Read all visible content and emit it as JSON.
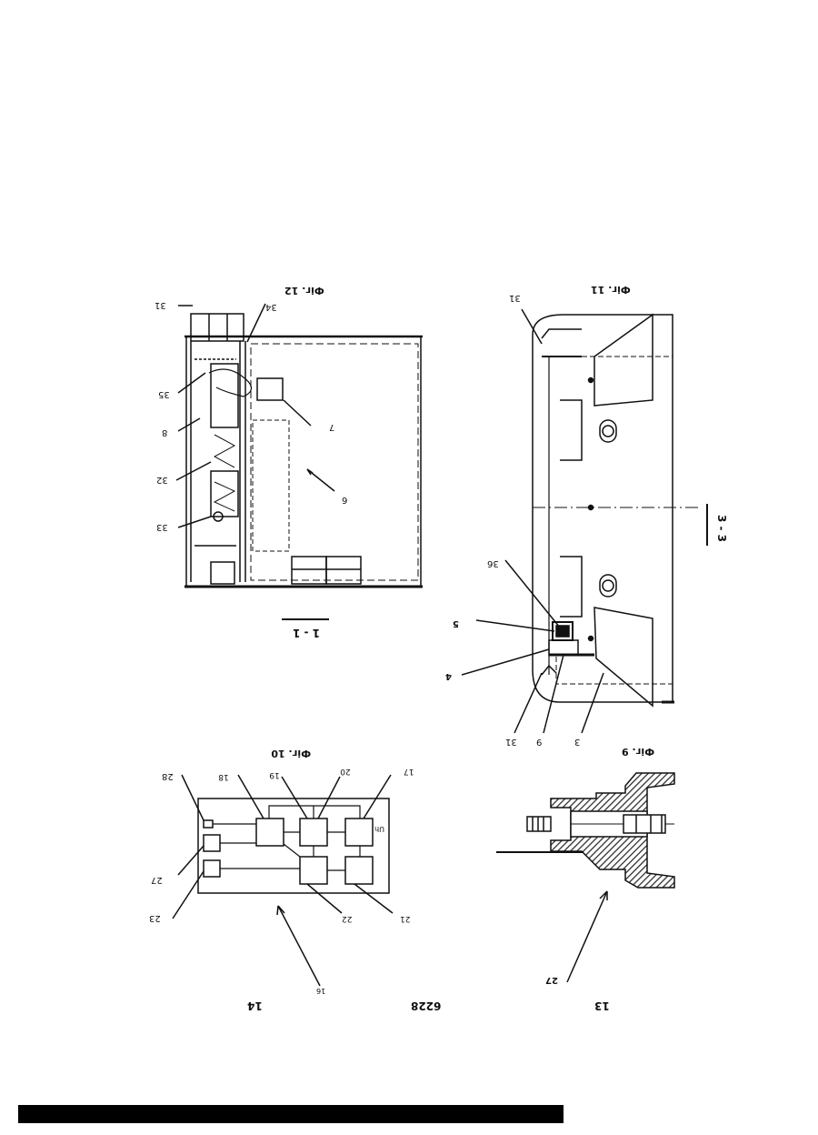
{
  "header": {
    "page_left": "14",
    "doc_number": "6228",
    "page_right": "13"
  },
  "fig12": {
    "caption": "Фiг. 12",
    "section": "1 - 1",
    "labels": {
      "l31": "31",
      "l34": "34",
      "l35": "35",
      "l8": "8",
      "l32": "32",
      "l33": "33",
      "l7": "7",
      "l6": "6"
    }
  },
  "fig11": {
    "caption": "Фiг. 11",
    "section": "3 - 3",
    "labels": {
      "l31a": "31",
      "l36": "36",
      "l5": "5",
      "l4": "4",
      "l31b": "31",
      "l9": "9",
      "l3": "3"
    }
  },
  "fig10": {
    "caption": "Фiг. 10",
    "labels": {
      "l28": "28",
      "l18": "18",
      "l19": "19",
      "l20": "20",
      "l17": "17",
      "l27": "27",
      "l23": "23",
      "l22": "22",
      "l21": "21",
      "l16": "16"
    },
    "block_text": "Uh"
  },
  "fig9": {
    "caption": "Фiг. 9",
    "labels": {
      "l27": "27"
    }
  },
  "colors": {
    "ink": "#111111",
    "hatch": "#2a2a2a",
    "footer_bar": "#000000"
  }
}
